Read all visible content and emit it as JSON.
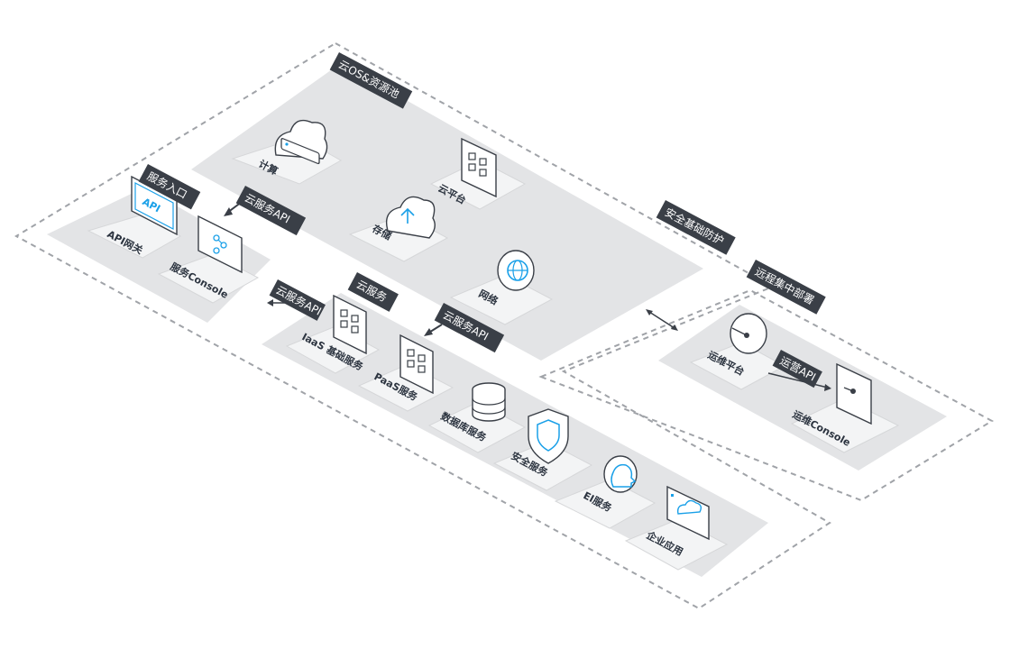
{
  "colors": {
    "tag_bg": "#3a3f47",
    "platform": "#e3e4e6",
    "card": "#f3f4f5",
    "accent": "#1aa0e8",
    "dash": "#a0a3a8"
  },
  "regions": {
    "cloud_os": "云OS&资源池",
    "security": "安全基础防护",
    "remote": "远程集中部署",
    "entry": "服务入口",
    "cloud_service": "云服务"
  },
  "arrows": {
    "api_top": "云服务API",
    "api_mid": "云服务API",
    "api_right": "云服务API",
    "ops_api": "运营API"
  },
  "resources": {
    "compute": "计算",
    "cloud_platform": "云平台",
    "storage": "存储",
    "network": "网络"
  },
  "entry": {
    "api_gateway": "API网关",
    "service_console": "服务Console",
    "api_screen": "API"
  },
  "services": {
    "iaas": "IaaS 基础服务",
    "paas": "PaaS服务",
    "database": "数据库服务",
    "security": "安全服务",
    "ei": "EI服务",
    "enterprise": "企业应用"
  },
  "ops": {
    "platform": "运维平台",
    "console": "运维Console"
  }
}
